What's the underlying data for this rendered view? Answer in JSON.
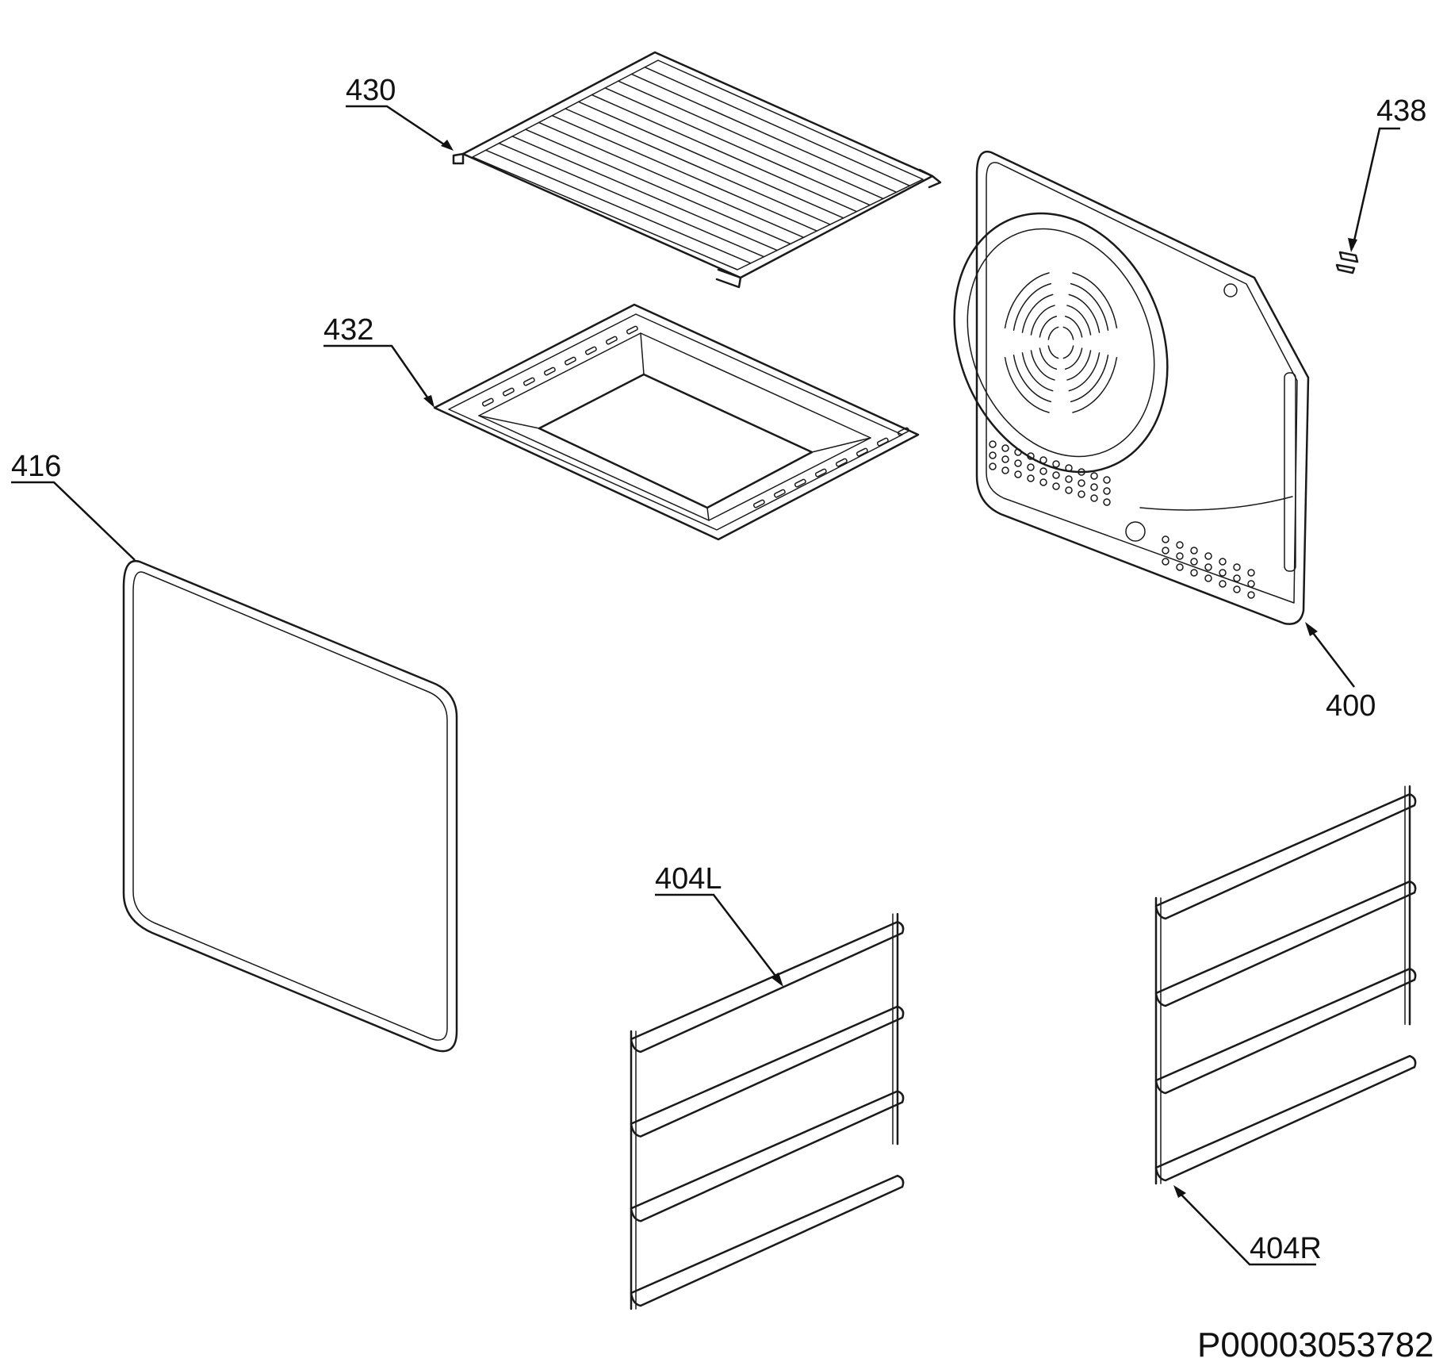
{
  "drawing_code": "P00003053782",
  "parts": [
    {
      "id": "430",
      "name": "430"
    },
    {
      "id": "432",
      "name": "432"
    },
    {
      "id": "438",
      "name": "438"
    },
    {
      "id": "416",
      "name": "416"
    },
    {
      "id": "400",
      "name": "400"
    },
    {
      "id": "404L",
      "name": "404L"
    },
    {
      "id": "404R",
      "name": "404R"
    }
  ],
  "colors": {
    "line": "#1a1a1a",
    "background": "#ffffff"
  }
}
